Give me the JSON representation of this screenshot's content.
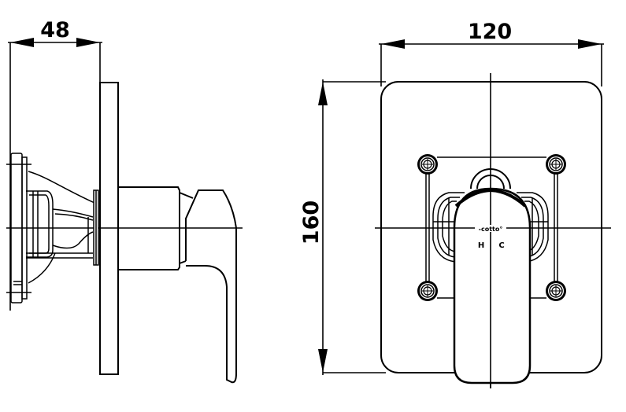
{
  "drawing": {
    "subject": "Concealed single-lever shower mixer",
    "stroke_color": "#000000",
    "background_color": "#ffffff"
  },
  "side_view": {
    "depth_dimension": {
      "value": "48"
    }
  },
  "front_view": {
    "width_dimension": {
      "value": "120"
    },
    "height_dimension": {
      "value": "160"
    },
    "lever_logo": "-cotto°",
    "hot_label": "H",
    "cold_label": "C"
  }
}
